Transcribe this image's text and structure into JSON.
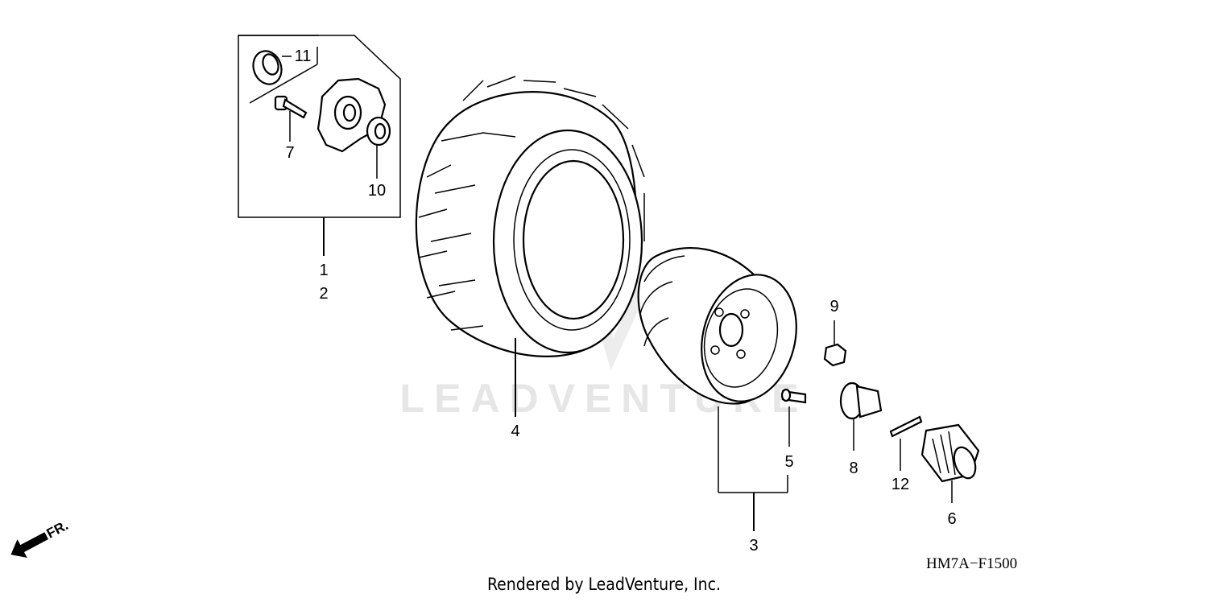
{
  "watermark": "LEADVENTURE",
  "callouts": {
    "p1": "1",
    "p2": "2",
    "p3": "3",
    "p4": "4",
    "p5": "5",
    "p6": "6",
    "p7": "7",
    "p8": "8",
    "p9": "9",
    "p10": "10",
    "p11": "11",
    "p12": "12"
  },
  "direction_label": "FR.",
  "diagram_code": "HM7A−F1500",
  "footer": "Rendered by LeadVenture, Inc."
}
